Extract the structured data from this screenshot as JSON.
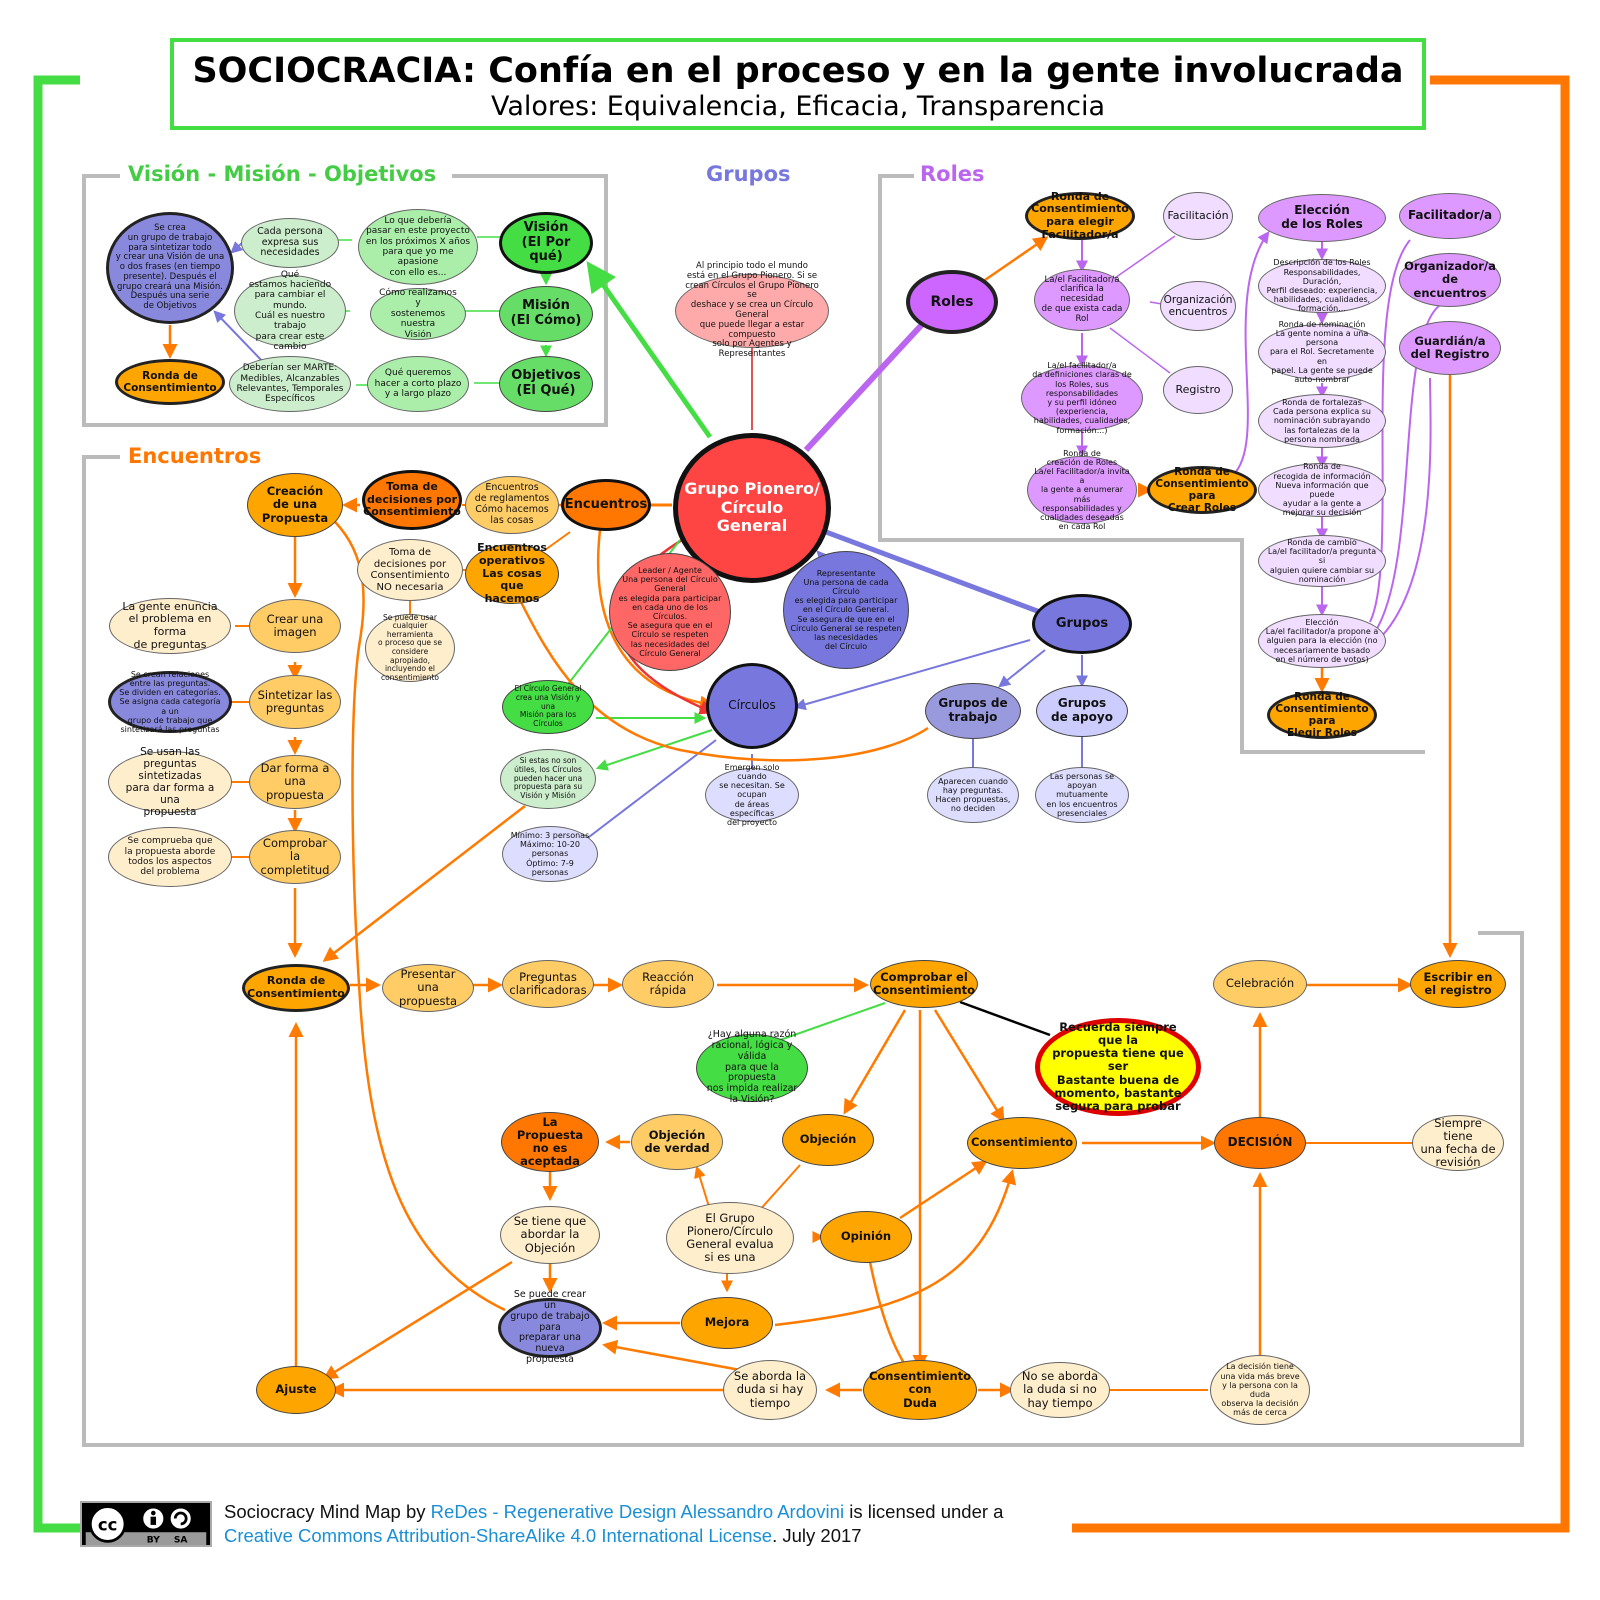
{
  "header": {
    "title": "SOCIOCRACIA: Confía en el proceso y en la gente involucrada",
    "subtitle": "Valores: Equivalencia, Eficacia, Transparencia"
  },
  "sections": {
    "vision": "Visión - Misión - Objetivos",
    "grupos": "Grupos",
    "roles": "Roles",
    "encuentros": "Encuentros"
  },
  "colors": {
    "green_accent": "#44dd44",
    "orange_accent": "#ff7700",
    "purple_accent": "#bb66ee",
    "blue_accent": "#7777dd",
    "red_center": "#ff4444"
  },
  "nodes": [
    {
      "id": "vmo_desc",
      "text": "Se crea\nun grupo de trabajo\npara sintetizar todo\ny crear una Visión de una\no dos frases (en tiempo\npresente). Después el\ngrupo creará una Misión.\nDespués una serie\nde Objetivos"
    },
    {
      "id": "vmo_ronda",
      "text": "Ronda de\nConsentimiento"
    },
    {
      "id": "vmo_cada",
      "text": "Cada persona\nexpresa sus\nnecesidades"
    },
    {
      "id": "vmo_que",
      "text": "Qué\nestamos haciendo\npara cambiar el mundo.\nCuál es nuestro trabajo\npara crear este\ncambio"
    },
    {
      "id": "vmo_marte",
      "text": "Deberían ser MARTE:\nMedibles, Alcanzables\nRelevantes, Temporales\nEspecíficos"
    },
    {
      "id": "vmo_lo",
      "text": "Lo que debería\npasar en este proyecto\nen los próximos X años\npara que yo me apasione\ncon ello es..."
    },
    {
      "id": "vmo_como",
      "text": "Cómo realizamos y\nsostenemos nuestra\nVisión"
    },
    {
      "id": "vmo_quequeremos",
      "text": "Qué queremos\nhacer a corto plazo\ny a largo plazo"
    },
    {
      "id": "vision",
      "text": "Visión\n(El Por\nqué)"
    },
    {
      "id": "mision",
      "text": "Misión\n(El Cómo)"
    },
    {
      "id": "objetivos",
      "text": "Objetivos\n(El Qué)"
    },
    {
      "id": "pion_desc",
      "text": "Al principio todo el mundo\nestá en el Grupo Pionero. Si se\ncrean Círculos el Grupo Pionero se\ndeshace y se crea un Círculo General\nque puede llegar a estar compuesto\nsolo por Agentes y\nRepresentantes"
    },
    {
      "id": "center",
      "text": "Grupo Pionero/\nCírculo General"
    },
    {
      "id": "roles",
      "text": "Roles"
    },
    {
      "id": "ronda_elegir_fac",
      "text": "Ronda de\nConsentimiento\npara elegir\nFacilitador/a"
    },
    {
      "id": "facilitacion",
      "text": "Facilitación"
    },
    {
      "id": "fac_clarifica",
      "text": "La/el Facilitador/a\nclarifica la necesidad\nde que exista cada Rol"
    },
    {
      "id": "organizacion",
      "text": "Organización\nencuentros"
    },
    {
      "id": "registro",
      "text": "Registro"
    },
    {
      "id": "fac_def",
      "text": "La/el facilitador/a\nda definiciones claras de\nlos Roles, sus responsabilidades\ny su perfil idóneo (experiencia,\nhabilidades, cualidades,\nformación...)"
    },
    {
      "id": "ronda_creacion_roles",
      "text": "Ronda de\ncreación de Roles\nLa/el Facilitador/a invita a\nla gente a enumerar más\nresponsabilidades y\ncualidades deseadas\nen cada Rol"
    },
    {
      "id": "ronda_crear_roles",
      "text": "Ronda de\nConsentimiento\npara\nCrear Roles"
    },
    {
      "id": "eleccion_roles",
      "text": "Elección\nde los Roles"
    },
    {
      "id": "desc_roles",
      "text": "Descripción de los Roles\nResponsabilidades, Duración,\nPerfil deseado: experiencia,\nhabilidades, cualidades,\nformación..."
    },
    {
      "id": "ronda_nominacion",
      "text": "Ronda de nominación\nLa gente nomina a una persona\npara el Rol. Secretamente en\npapel. La gente se puede\nauto-nombrar"
    },
    {
      "id": "ronda_fortalezas",
      "text": "Ronda de fortalezas\nCada persona explica su\nnominación subrayando\nlas fortalezas de la\npersona nombrada"
    },
    {
      "id": "ronda_recogida",
      "text": "Ronda de\nrecogida de información\nNueva información que puede\nayudar a la gente a\nmejorar su decisión"
    },
    {
      "id": "ronda_cambio",
      "text": "Ronda de cambio\nLa/el facilitador/a pregunta si\nalguien quiere cambiar su\nnominación"
    },
    {
      "id": "eleccion",
      "text": "Elección\nLa/el facilitador/a propone a\nalguien para la elección (no\nnecesariamente basado\nen el número de votos)"
    },
    {
      "id": "ronda_elegir_roles",
      "text": "Ronda de\nConsentimiento\npara\nElegir Roles"
    },
    {
      "id": "facilitador",
      "text": "Facilitador/a"
    },
    {
      "id": "organizador",
      "text": "Organizador/a\nde encuentros"
    },
    {
      "id": "guardian",
      "text": "Guardián/a\ndel Registro"
    },
    {
      "id": "creacion_propuesta",
      "text": "Creación\nde una\nPropuesta"
    },
    {
      "id": "toma_consent",
      "text": "Toma de\ndecisiones por\nConsentimiento"
    },
    {
      "id": "enc_reglamentos",
      "text": "Encuentros\nde reglamentos\nCómo hacemos\nlas cosas"
    },
    {
      "id": "encuentros",
      "text": "Encuentros"
    },
    {
      "id": "toma_no",
      "text": "Toma de\ndecisiones por\nConsentimiento\nNO necesaria"
    },
    {
      "id": "enc_operativos",
      "text": "Encuentros\noperativos\nLas cosas que\nhacemos"
    },
    {
      "id": "herramienta",
      "text": "Se puede usar\ncualquier herramienta\no proceso que se\nconsidere apropiado,\nincluyendo el\nconsentimiento"
    },
    {
      "id": "gente_enuncia",
      "text": "La gente enuncia\nel problema en forma\nde preguntas"
    },
    {
      "id": "crear_imagen",
      "text": "Crear una\nimagen"
    },
    {
      "id": "relaciones",
      "text": "Se crean relaciones\nentre las preguntas.\nSe dividen en categorías.\nSe asigna cada categoría a un\ngrupo de trabajo que\nsintetizará las preguntas"
    },
    {
      "id": "sintetizar",
      "text": "Sintetizar las\npreguntas"
    },
    {
      "id": "se_usan",
      "text": "Se usan las\npreguntas sintetizadas\npara dar forma a una\npropuesta"
    },
    {
      "id": "dar_forma",
      "text": "Dar forma a\nuna propuesta"
    },
    {
      "id": "comprueba",
      "text": "Se comprueba que\nla propuesta aborde\ntodos los aspectos\ndel problema"
    },
    {
      "id": "comprobar_compl",
      "text": "Comprobar\nla completitud"
    },
    {
      "id": "leader",
      "text": "Leader / Agente\nUna persona del Círculo General\nes elegida para participar\nen cada uno de los Círculos.\nSe asegura que en el\nCírculo se respeten\nlas necesidades del\nCírculo General"
    },
    {
      "id": "representante",
      "text": "Representante\nUna persona de cada Círculo\nes elegida para participar\nen el Círculo General.\nSe asegura de que en el\nCírculo General se respeten\nlas necesidades\ndel Círculo"
    },
    {
      "id": "circulos",
      "text": "Círculos"
    },
    {
      "id": "circulo_vision",
      "text": "El Círculo General\ncrea una Visión y una\nMisión para los\nCírculos"
    },
    {
      "id": "si_no_utiles",
      "text": "Si estas no son\nútiles, los Círculos\npueden hacer una\npropuesta para su\nVisión y Misión"
    },
    {
      "id": "minimo",
      "text": "Mínimo: 3 personas\nMáximo: 10-20 personas\nÓptimo: 7-9 personas"
    },
    {
      "id": "emergen",
      "text": "Emergen solo cuando\nse necesitan. Se ocupan\nde áreas específicas\ndel proyecto"
    },
    {
      "id": "grupos",
      "text": "Grupos"
    },
    {
      "id": "grupos_trabajo",
      "text": "Grupos de\ntrabajo"
    },
    {
      "id": "grupos_apoyo",
      "text": "Grupos\nde apoyo"
    },
    {
      "id": "aparecen",
      "text": "Aparecen cuando\nhay preguntas.\nHacen propuestas,\nno deciden"
    },
    {
      "id": "personas_apoyan",
      "text": "Las personas se\napoyan mutuamente\nen los encuentros\npresenciales"
    },
    {
      "id": "ronda_main",
      "text": "Ronda de\nConsentimiento"
    },
    {
      "id": "presentar",
      "text": "Presentar una\npropuesta"
    },
    {
      "id": "preguntas_clar",
      "text": "Preguntas\nclarificadoras"
    },
    {
      "id": "reaccion",
      "text": "Reacción\nrápida"
    },
    {
      "id": "comprobar_consent",
      "text": "Comprobar el\nConsentimiento"
    },
    {
      "id": "razon",
      "text": "¿Hay alguna razón\nracional, lógica y válida\npara que la propuesta\nnos impida realizar\nla Visión?"
    },
    {
      "id": "recuerda",
      "text": "Recuerda siempre que la\npropuesta tiene que ser\nBastante buena de\nmomento, bastante\nsegura para probar"
    },
    {
      "id": "celebracion",
      "text": "Celebración"
    },
    {
      "id": "escribir",
      "text": "Escribir en\nel registro"
    },
    {
      "id": "propuesta_no",
      "text": "La Propuesta\nno es\naceptada"
    },
    {
      "id": "objecion_verdad",
      "text": "Objeción\nde verdad"
    },
    {
      "id": "objecion",
      "text": "Objeción"
    },
    {
      "id": "consentimiento",
      "text": "Consentimiento"
    },
    {
      "id": "decision",
      "text": "DECISIÓN"
    },
    {
      "id": "siempre",
      "text": "Siempre tiene\nuna fecha de\nrevisión"
    },
    {
      "id": "abordar_obj",
      "text": "Se tiene que\nabordar la\nObjeción"
    },
    {
      "id": "grupo_evalua",
      "text": "El Grupo\nPionero/Círculo\nGeneral evalua\nsi es una"
    },
    {
      "id": "opinion",
      "text": "Opinión"
    },
    {
      "id": "mejora",
      "text": "Mejora"
    },
    {
      "id": "grupo_trabajo_nueva",
      "text": "Se puede crear un\ngrupo de trabajo para\npreparar una nueva\npropuesta"
    },
    {
      "id": "ajuste",
      "text": "Ajuste"
    },
    {
      "id": "aborda_duda",
      "text": "Se aborda la\nduda si hay\ntiempo"
    },
    {
      "id": "consent_duda",
      "text": "Consentimiento\ncon\nDuda"
    },
    {
      "id": "no_aborda",
      "text": "No se aborda\nla duda si no\nhay tiempo"
    },
    {
      "id": "vida_breve",
      "text": "La decisión tiene\nuna vida más breve\ny la persona con la duda\nobserva la decisión\nmás de cerca"
    }
  ],
  "license": {
    "badge_labels": [
      "cc",
      "BY",
      "SA"
    ],
    "prefix": "Sociocracy Mind Map by ",
    "author": "ReDes - Regenerative Design Alessandro Ardovini",
    "middle": " is licensed under a",
    "license_name": "Creative Commons Attribution-ShareAlike 4.0 International License",
    "suffix": ". July 2017"
  }
}
